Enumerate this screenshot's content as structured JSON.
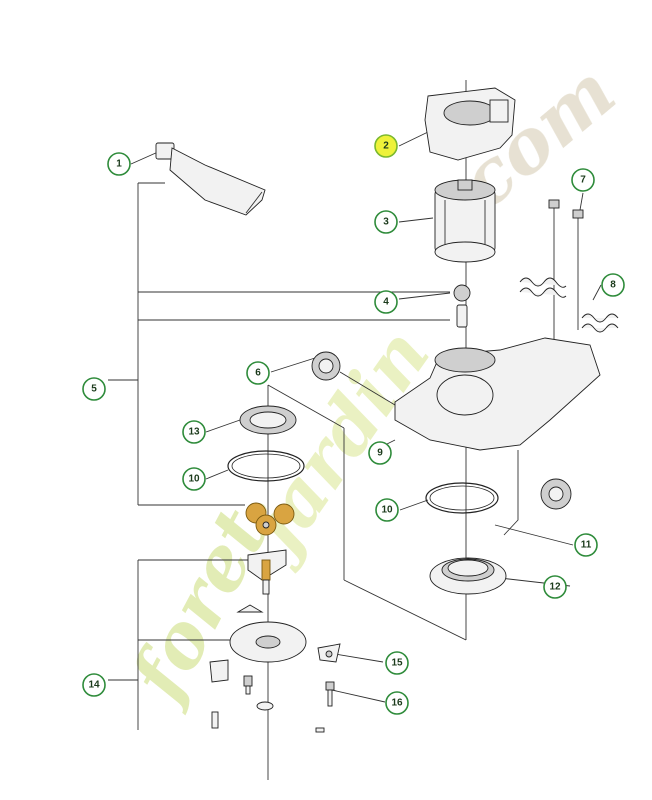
{
  "diagram": {
    "watermark": {
      "text_a": "foret",
      "text_b": "jardin",
      "text_c": ".com",
      "colors": {
        "a": "#dde9a8",
        "b": "#f6c88c",
        "c": "#e3dccb"
      }
    },
    "callouts": [
      {
        "id": "c1",
        "label": "1"
      },
      {
        "id": "c2",
        "label": "2",
        "highlighted": true
      },
      {
        "id": "c3",
        "label": "3"
      },
      {
        "id": "c4",
        "label": "4"
      },
      {
        "id": "c5",
        "label": "5"
      },
      {
        "id": "c6",
        "label": "6"
      },
      {
        "id": "c7",
        "label": "7"
      },
      {
        "id": "c8",
        "label": "8"
      },
      {
        "id": "c9",
        "label": "9"
      },
      {
        "id": "c10a",
        "label": "10"
      },
      {
        "id": "c10b",
        "label": "10"
      },
      {
        "id": "c11",
        "label": "11"
      },
      {
        "id": "c12",
        "label": "12"
      },
      {
        "id": "c13",
        "label": "13"
      },
      {
        "id": "c14",
        "label": "14"
      },
      {
        "id": "c15",
        "label": "15"
      },
      {
        "id": "c16",
        "label": "16"
      }
    ],
    "colors": {
      "callout_ring": "#2e8b3a",
      "highlight_fill": "#eef23a"
    }
  }
}
